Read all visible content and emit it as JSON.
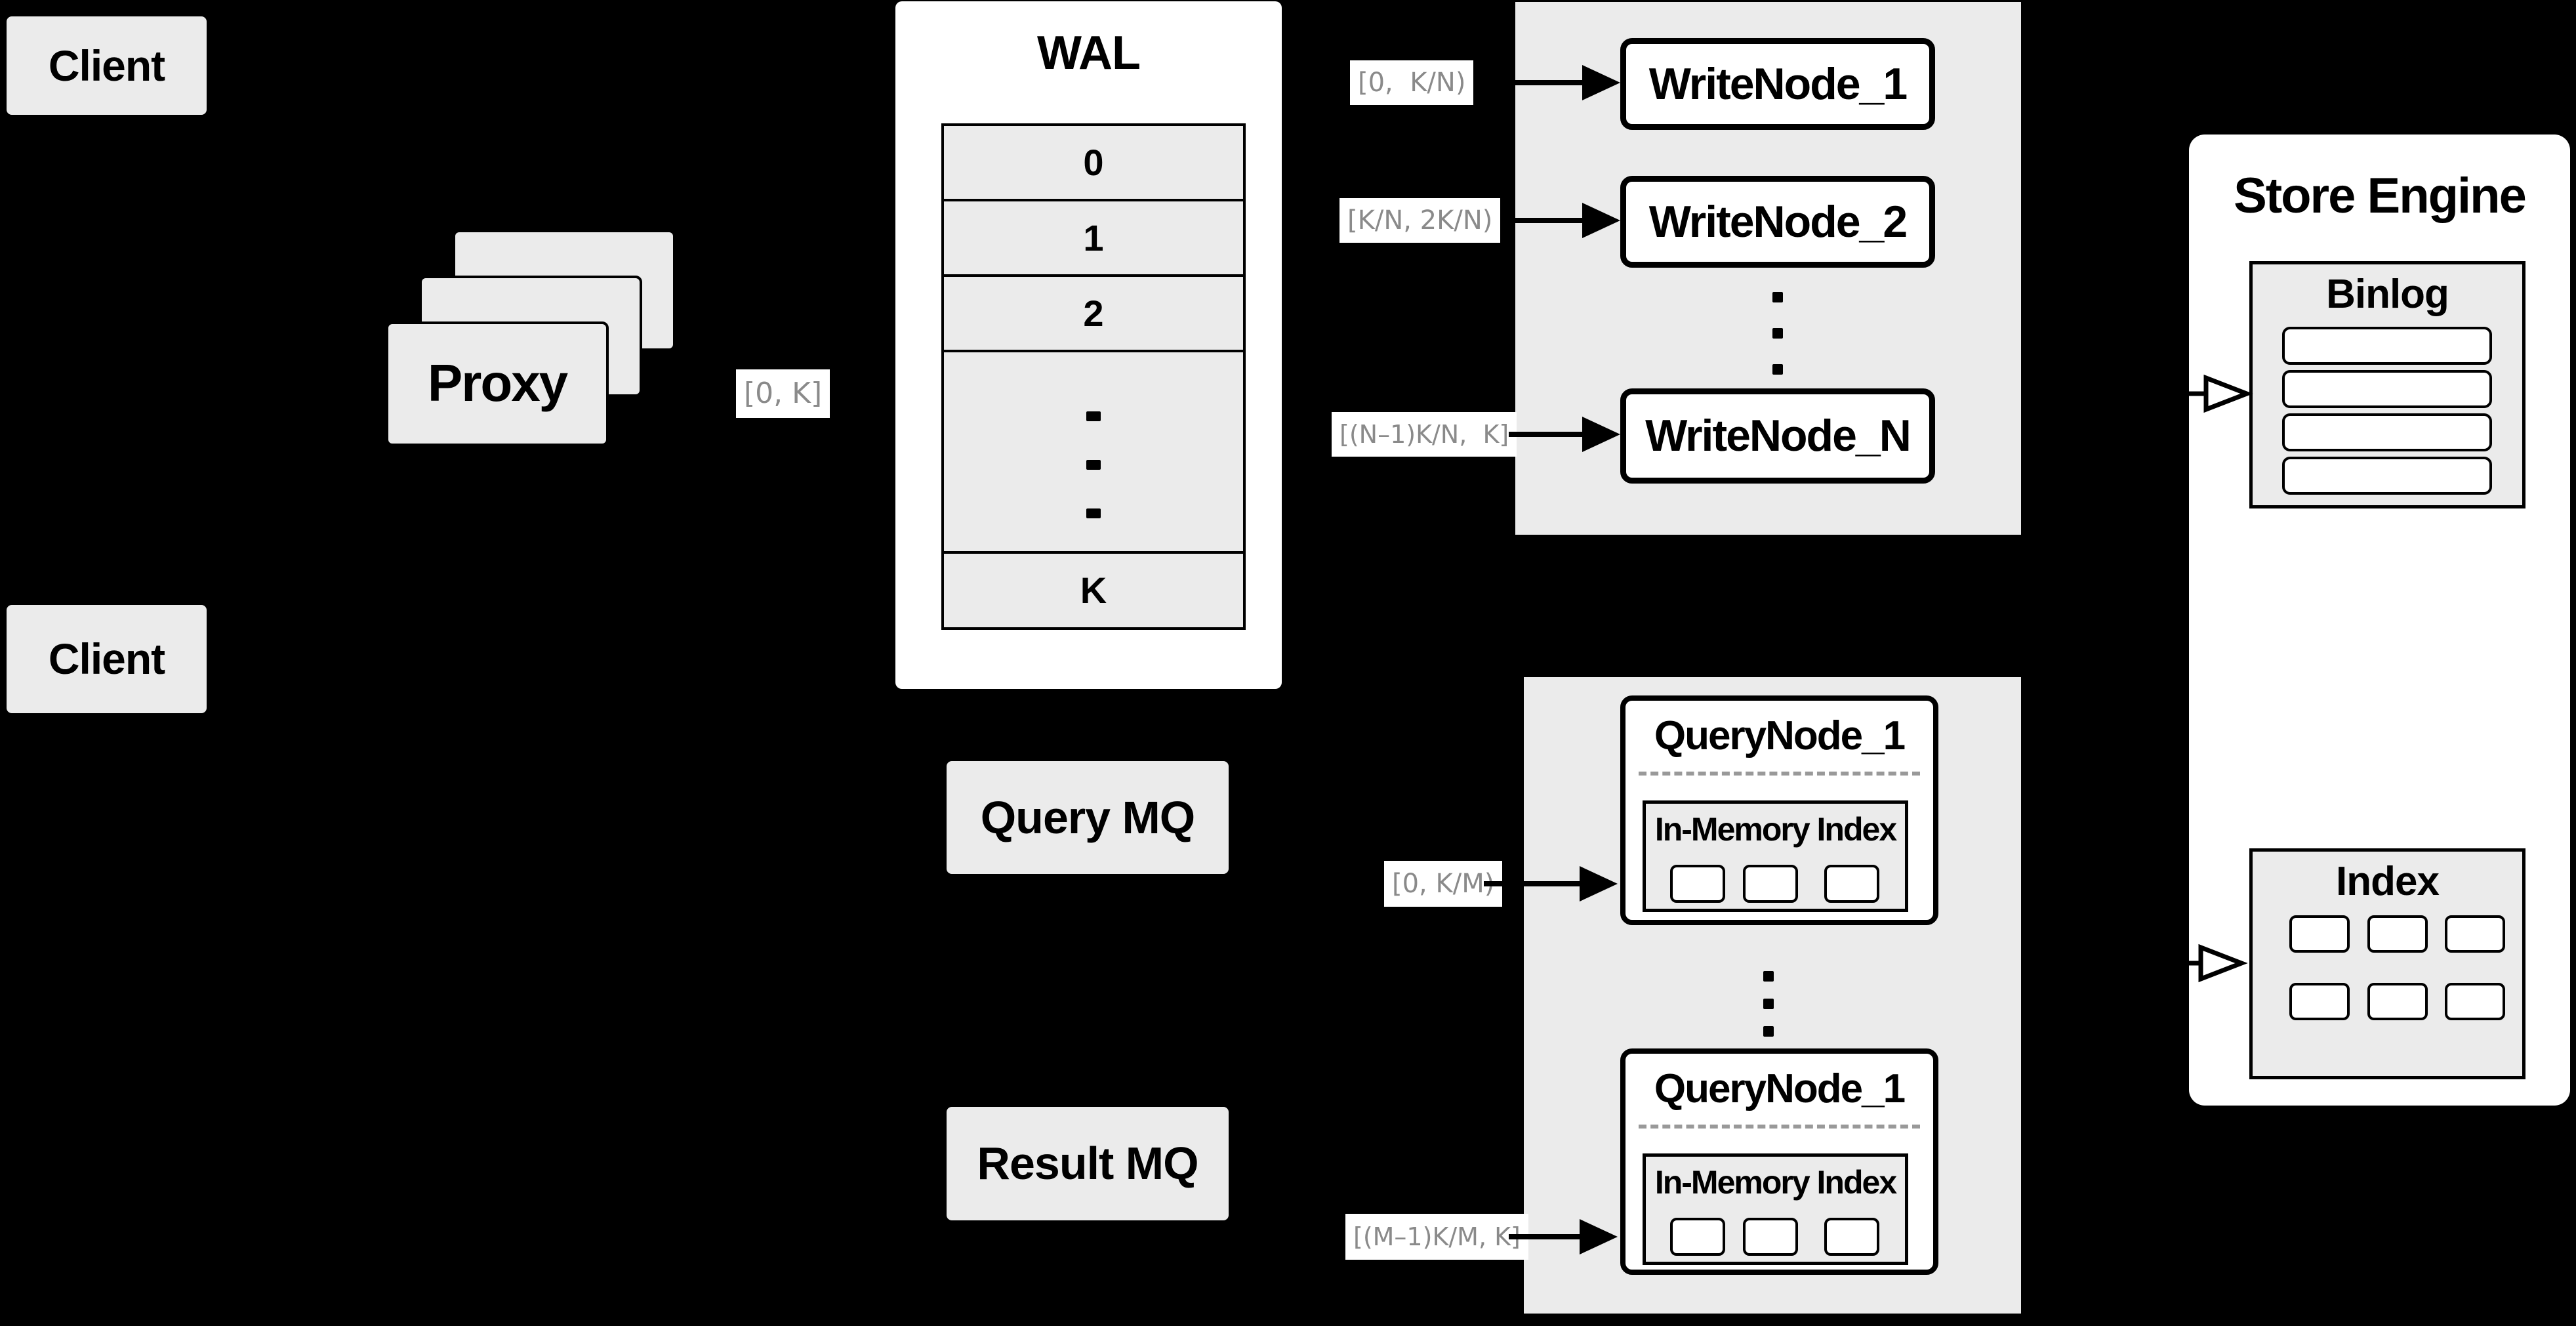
{
  "colors": {
    "background": "#000000",
    "panel_gray": "#ebebeb",
    "box_white": "#ffffff",
    "outline": "#000000",
    "range_text": "#8a8a8a"
  },
  "client_top": {
    "label": "Client"
  },
  "client_bottom": {
    "label": "Client"
  },
  "proxy": {
    "label": "Proxy",
    "range": "[0, K]"
  },
  "wal": {
    "title": "WAL",
    "rows": [
      "0",
      "1",
      "2",
      "K"
    ]
  },
  "write_group": {
    "node1": {
      "label": "WriteNode_1",
      "range": "[0,  K/N)"
    },
    "node2": {
      "label": "WriteNode_2",
      "range": "[K/N, 2K/N)"
    },
    "nodeN": {
      "label": "WriteNode_N",
      "range": "[(N–1)K/N,  K]"
    }
  },
  "query_mq": {
    "label": "Query MQ"
  },
  "result_mq": {
    "label": "Result MQ"
  },
  "query_group": {
    "node1": {
      "title": "QueryNode_1",
      "inner_title": "In-Memory Index",
      "range": "[0, K/M)"
    },
    "node2": {
      "title": "QueryNode_1",
      "inner_title": "In-Memory Index",
      "range": "[(M–1)K/M, K]"
    }
  },
  "store_engine": {
    "title": "Store Engine",
    "binlog_title": "Binlog",
    "index_title": "Index"
  }
}
